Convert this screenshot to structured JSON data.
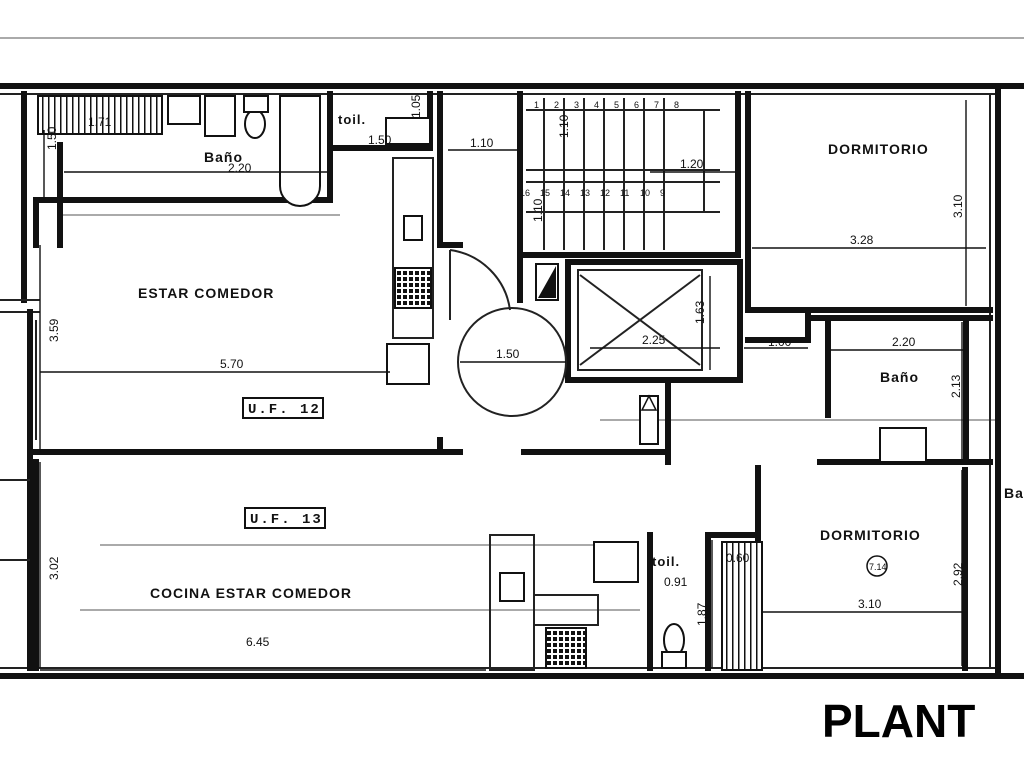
{
  "rooms": {
    "bano_top": "Baño",
    "toilette_top": "toil.",
    "dormitorio_1": "DORMITORIO",
    "estar_comedor": "ESTAR COMEDOR",
    "bano_right": "Baño",
    "dormitorio_2": "DORMITORIO",
    "cocina_estar_comedor": "COCINA ESTAR COMEDOR",
    "toilette_bottom": "toil.",
    "bano_edge": "Ba"
  },
  "units": {
    "uf12": "U.F. 12",
    "uf13": "U.F. 13"
  },
  "dimensions": {
    "d_171": "1.71",
    "d_150_left": "1.50",
    "d_220_bano": "2.20",
    "d_105": "1.05",
    "d_150_toil": "1.50",
    "d_110": "1.10",
    "d_110_stair": "1.10",
    "d_120": "1.20",
    "d_110_v": "1.10",
    "d_310_v": "3.10",
    "d_328": "3.28",
    "d_359": "3.59",
    "d_570": "5.70",
    "d_150_lobby": "1.50",
    "d_225": "2.25",
    "d_163": "1.63",
    "d_100": "1.00",
    "d_220_right": "2.20",
    "d_213": "2.13",
    "d_302": "3.02",
    "d_645": "6.45",
    "d_091": "0.91",
    "d_060": "0.60",
    "d_187": "1.87",
    "d_292": "2.92",
    "d_310": "3.10",
    "d_714": "7.14"
  },
  "stairs": {
    "top_steps": [
      "1",
      "2",
      "3",
      "4",
      "5",
      "6",
      "7",
      "8"
    ],
    "bottom_steps": [
      "16",
      "15",
      "14",
      "13",
      "12",
      "11",
      "10",
      "9"
    ]
  },
  "title": "PLANT"
}
